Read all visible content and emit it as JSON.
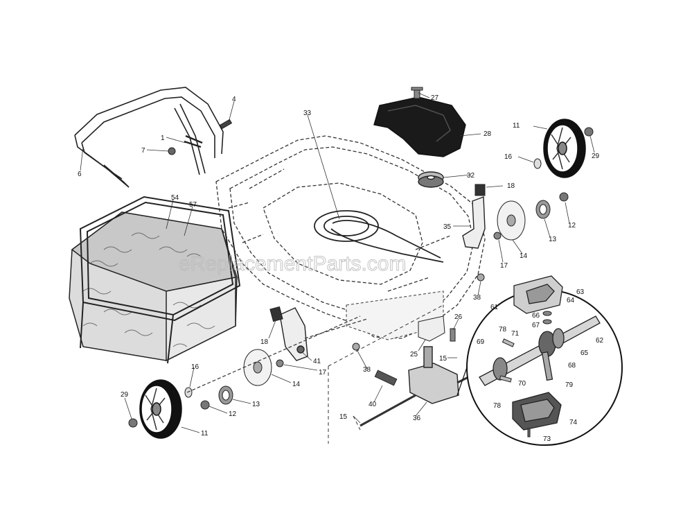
{
  "watermark": "eReplacementParts.com",
  "parts": {
    "p1": "1",
    "p4": "4",
    "p6": "6",
    "p7": "7",
    "p11a": "11",
    "p11b": "11",
    "p12a": "12",
    "p12b": "12",
    "p13a": "13",
    "p13b": "13",
    "p14a": "14",
    "p14b": "14",
    "p15a": "15",
    "p15b": "15",
    "p16a": "16",
    "p16b": "16",
    "p17a": "17",
    "p17b": "17",
    "p18a": "18",
    "p18b": "18",
    "p25": "25",
    "p26": "26",
    "p27": "27",
    "p28": "28",
    "p29a": "29",
    "p29b": "29",
    "p32": "32",
    "p33": "33",
    "p35": "35",
    "p36": "36",
    "p38a": "38",
    "p38b": "38",
    "p40": "40",
    "p41": "41",
    "p54": "54",
    "p57": "57",
    "p61": "61",
    "p62": "62",
    "p63": "63",
    "p64": "64",
    "p65": "65",
    "p66": "66",
    "p67": "67",
    "p68": "68",
    "p69": "69",
    "p70": "70",
    "p71": "71",
    "p73": "73",
    "p74": "74",
    "p78a": "78",
    "p78b": "78",
    "p79": "79"
  }
}
